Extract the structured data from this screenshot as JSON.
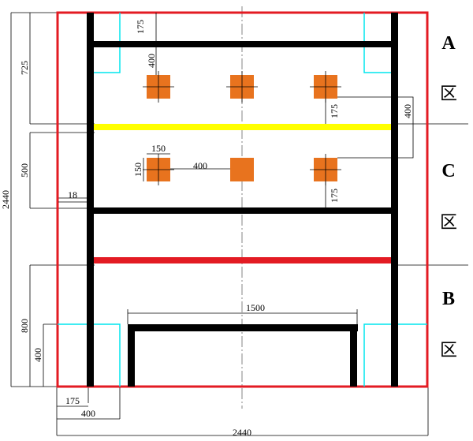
{
  "colors": {
    "frame": "#e31b23",
    "shelf": "#000000",
    "yellow_bar": "#ffff00",
    "red_bar": "#e31b23",
    "cyan": "#00e5ee",
    "block": "#e8731e",
    "dim_line": "#000000",
    "center_line": "#777777"
  },
  "zones": {
    "a": {
      "letter": "A",
      "sub": "区"
    },
    "c": {
      "letter": "C",
      "sub": "区"
    },
    "b": {
      "letter": "B",
      "sub": "区"
    }
  },
  "dimensions": {
    "total_height": "2440",
    "total_width": "2440",
    "a_zone_height": "725",
    "c_zone_height": "500",
    "b_zone_height": "800",
    "b_corner_height": "400",
    "a_top_offset": "175",
    "a_block_offset": "400",
    "a_block_spacing_right": "175",
    "a_right_height": "400",
    "block_size_w": "150",
    "block_size_h": "150",
    "block_spacing": "400",
    "c_bottom_offset": "175",
    "wall_thickness": "18",
    "bench_width": "1500",
    "bottom_left_175": "175",
    "bottom_left_400": "400"
  }
}
